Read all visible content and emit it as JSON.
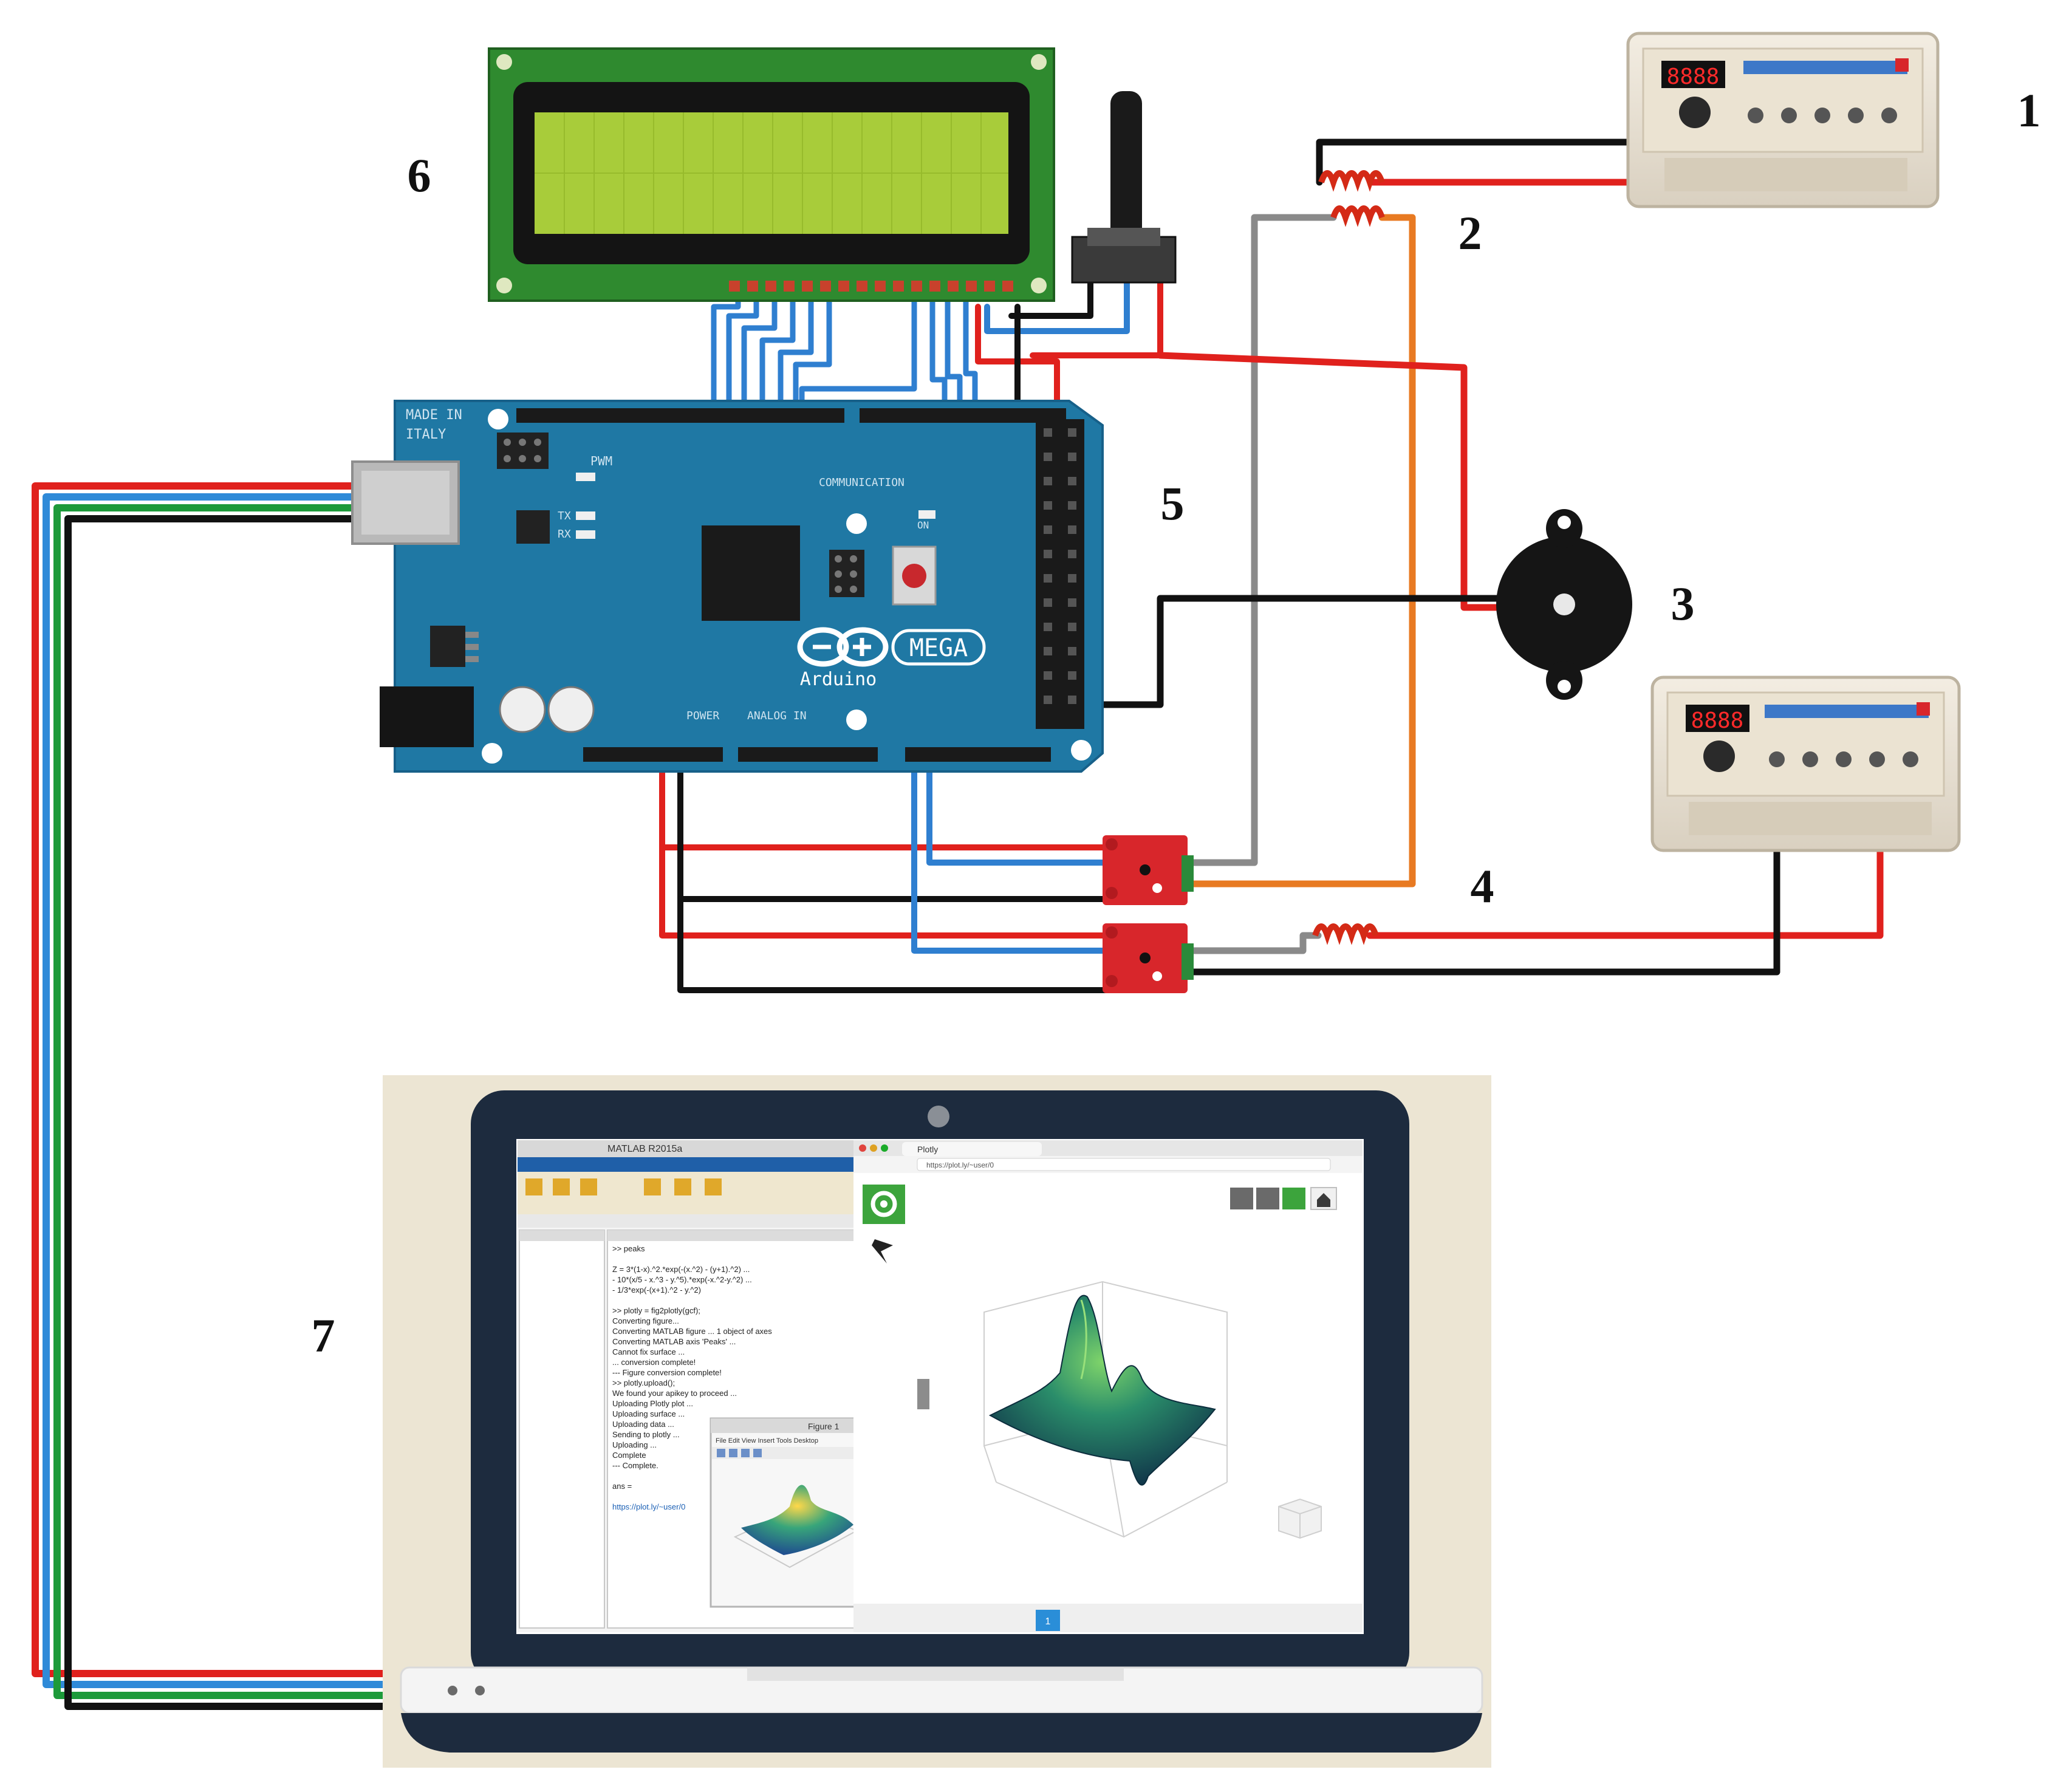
{
  "labels": {
    "signal_generator_1": "1",
    "coils_2": "2",
    "buzzer_3": "3",
    "modules_4": "4",
    "arduino_5": "5",
    "lcd_6": "6",
    "laptop_7": "7"
  },
  "arduino": {
    "made_in": "MADE IN",
    "country": "ITALY",
    "pwm": "PWM",
    "tx": "TX",
    "rx": "RX",
    "communication": "COMMUNICATION",
    "on": "ON",
    "mega": "MEGA",
    "brand": "Arduino",
    "power": "POWER",
    "analog_in": "ANALOG IN"
  },
  "signal_generator": {
    "display": "8888"
  },
  "laptop": {
    "matlab_title": "MATLAB R2015a",
    "plotly_tab": "Plotly",
    "url": "https://plot.ly/~user/0",
    "figure_title": "Figure 1",
    "figure_menu": "File  Edit  View  Insert  Tools  Desktop",
    "console_lines": [
      ">> peaks",
      "",
      "Z = 3*(1-x).^2.*exp(-(x.^2) - (y+1).^2) ...",
      "   - 10*(x/5 - x.^3 - y.^5).*exp(-x.^2-y.^2) ...",
      "   - 1/3*exp(-(x+1).^2 - y.^2)",
      "",
      ">> plotly = fig2plotly(gcf);",
      "Converting figure...",
      "Converting MATLAB figure ... 1 object of axes",
      "    Converting MATLAB axis 'Peaks' ...",
      "    Cannot fix surface ...",
      "    ...    conversion complete!",
      "--- Figure conversion complete!",
      ">> plotly.upload();",
      "We found your apikey to proceed ...",
      "Uploading Plotly plot ...",
      "   Uploading surface ...",
      "      Uploading data ...",
      "   Sending to plotly ...",
      "   Uploading ...",
      "      Complete",
      "--- Complete.",
      "",
      "ans =",
      "",
      "https://plot.ly/~user/0"
    ],
    "page_number": "1"
  },
  "colors": {
    "board": "#1f78a4",
    "lcd_pcb": "#2f8a2f",
    "lcd_screen": "#a8cc3a",
    "wire_red": "#e0211d",
    "wire_black": "#111111",
    "wire_blue": "#2f7fd0",
    "wire_green": "#1d9a3a",
    "wire_gray": "#8a8a8a",
    "wire_orange": "#e87a22",
    "coil": "#d42a16",
    "module": "#d8262b",
    "laptop_bg": "#ece5d3",
    "laptop_body": "#1d2b3e"
  }
}
